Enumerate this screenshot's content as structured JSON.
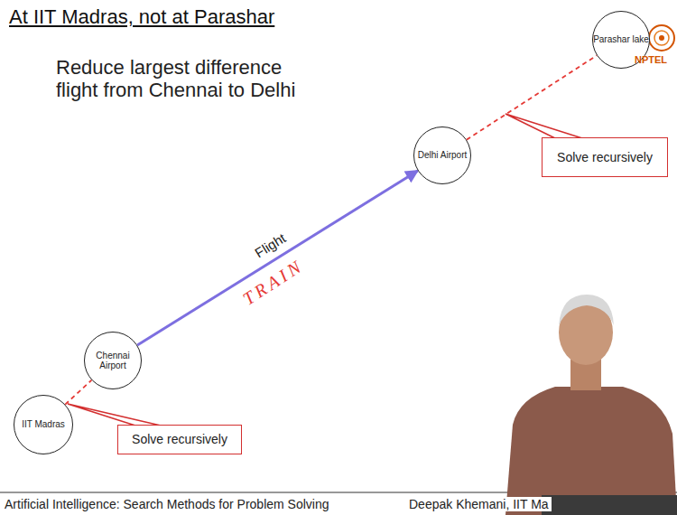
{
  "diagram": {
    "title": "At IIT Madras, not at Parashar",
    "nodes": [
      {
        "text": [
          "Parashar lake"
        ]
      },
      {
        "text": [
          "Delhi Airport"
        ]
      },
      {
        "text": [
          "Solve recursively"
        ]
      },
      {
        "text": [
          "Chennai Airport"
        ]
      },
      {
        "text": [
          "IIT Madras"
        ]
      },
      {
        "text": [
          "Solve recursively"
        ]
      }
    ],
    "edges": [
      {
        "from": 4,
        "to": 3,
        "arrow": "none"
      },
      {
        "from": 3,
        "to": 1,
        "label": "Flight",
        "arrow": "to"
      },
      {
        "from": 1,
        "to": 0,
        "arrow": "none"
      }
    ],
    "labels": [
      "Reduce largest difference flight from Chennai to Delhi",
      "TRAIN",
      "NPTEL",
      "Artificial Intelligence: Search Methods for Problem Solving",
      "Deepak Khemani, IIT Ma"
    ]
  }
}
